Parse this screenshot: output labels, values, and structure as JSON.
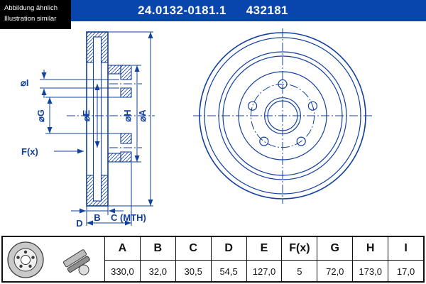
{
  "header": {
    "part_number": "24.0132-0181.1",
    "ref_number": "432181"
  },
  "corner_note": {
    "line1": "Abbildung ähnlich",
    "line2": "Illustration similar"
  },
  "colors": {
    "header_bg": "#0845ad",
    "drawing_line": "#12409f",
    "note_bg": "#000000"
  },
  "drawing": {
    "labels": {
      "dia_i": "⌀I",
      "dia_g": "⌀G",
      "dia_e": "⌀E",
      "dia_h": "⌀H",
      "dia_a": "⌀A",
      "f": "F(x)",
      "b": "B",
      "c": "C (MTH)",
      "d": "D"
    }
  },
  "table": {
    "columns": [
      "A",
      "B",
      "C",
      "D",
      "E",
      "F(x)",
      "G",
      "H",
      "I"
    ],
    "values": [
      "330,0",
      "32,0",
      "30,5",
      "54,5",
      "127,0",
      "5",
      "72,0",
      "173,0",
      "17,0"
    ]
  }
}
